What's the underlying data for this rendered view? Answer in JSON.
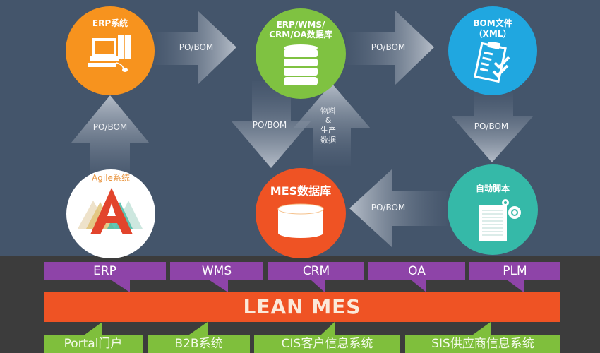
{
  "nodes": {
    "erp": {
      "title": "ERP系统",
      "icon": "computer-icon",
      "color": "#f7931e"
    },
    "db": {
      "title_line1": "ERP/WMS/",
      "title_line2": "CRM/OA数据库",
      "icon": "database-icon",
      "color": "#7fc241"
    },
    "bom": {
      "title_line1": "BOM文件",
      "title_line2": "（XML）",
      "icon": "clipboard-checklist-icon",
      "color": "#20a7e0"
    },
    "agile": {
      "title": "Agile系统",
      "icon": "agile-logo-icon",
      "color": "#ffffff",
      "title_color": "#e8923a"
    },
    "mes": {
      "title": "MES数据库",
      "icon": "database-cylinder-icon",
      "color": "#ef5324"
    },
    "script": {
      "title": "自动脚本",
      "icon": "document-gear-icon",
      "color": "#35b9a8"
    }
  },
  "arrows": {
    "erp_to_db": "PO/BOM",
    "db_to_bom": "PO/BOM",
    "agile_to_erp": "PO/BOM",
    "db_to_mes": "PO/BOM",
    "mes_to_db": [
      "物料",
      "&",
      "生产",
      "数据"
    ],
    "bom_to_script": "PO/BOM",
    "script_to_mes": "PO/BOM"
  },
  "integrations_top": [
    "ERP",
    "WMS",
    "CRM",
    "OA",
    "PLM"
  ],
  "core": "LEAN MES",
  "integrations_bottom": [
    "Portal门户",
    "B2B系统",
    "CIS客户信息系统",
    "SIS供应商信息系统"
  ],
  "colors": {
    "background_top": "#44556b",
    "background_bottom": "#3c3c3c",
    "purple": "#8e44a8",
    "core": "#ef5324",
    "green": "#7fbf3c"
  }
}
